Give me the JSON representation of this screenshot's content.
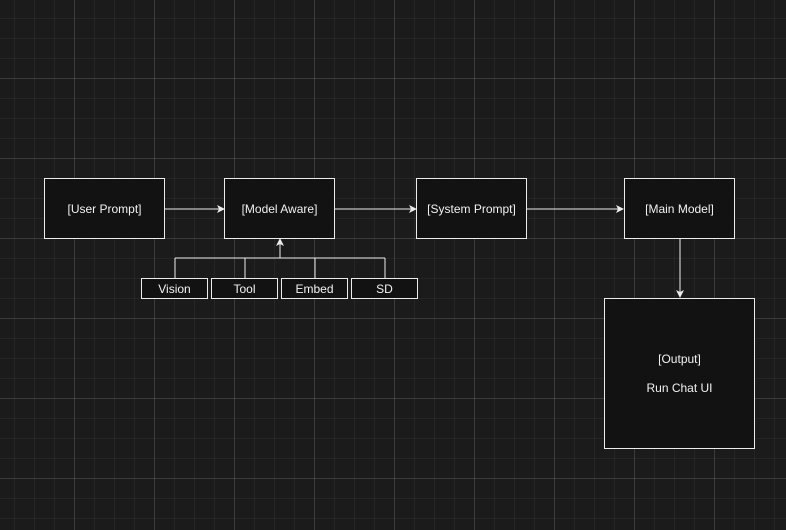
{
  "diagram": {
    "nodes": {
      "user_prompt": "[User Prompt]",
      "model_aware": "[Model Aware]",
      "system_prompt": "[System Prompt]",
      "main_model": "[Main Model]",
      "vision": "Vision",
      "tool": "Tool",
      "embed": "Embed",
      "sd": "SD",
      "output_title": "[Output]",
      "output_subtitle": "Run Chat UI"
    },
    "colors": {
      "background": "#1b1b1b",
      "node_fill": "#121212",
      "stroke": "#ececec",
      "text": "#f2f2f2"
    }
  }
}
